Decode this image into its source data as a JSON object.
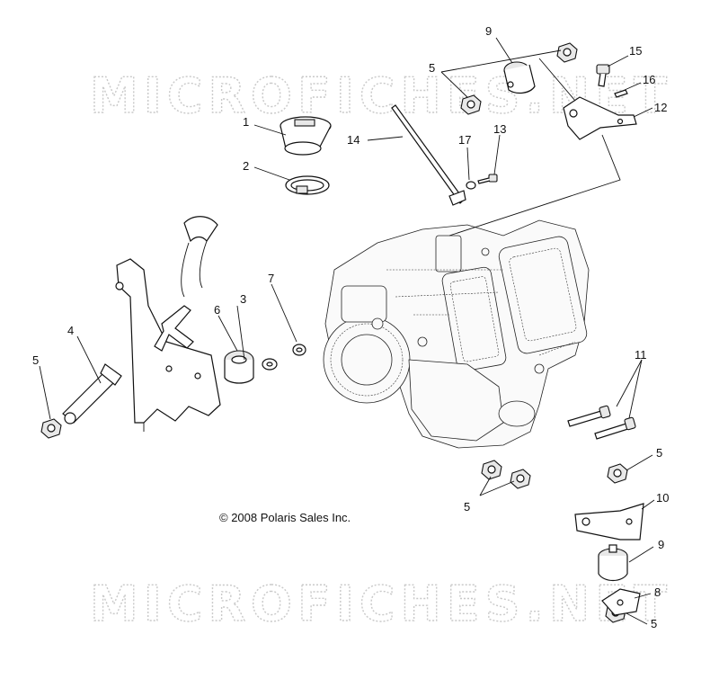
{
  "watermark": {
    "text": "MICROFICHES.NET"
  },
  "copyright": {
    "text": "© 2008 Polaris Sales Inc."
  },
  "callouts": {
    "c1": "1",
    "c2": "2",
    "c3": "3",
    "c4": "4",
    "c5a": "5",
    "c5b": "5",
    "c5c": "5",
    "c5d": "5",
    "c5e": "5",
    "c6": "6",
    "c7": "7",
    "c8": "8",
    "c9a": "9",
    "c9b": "9",
    "c10": "10",
    "c11": "11",
    "c12": "12",
    "c13": "13",
    "c14": "14",
    "c15": "15",
    "c16": "16",
    "c17": "17"
  }
}
